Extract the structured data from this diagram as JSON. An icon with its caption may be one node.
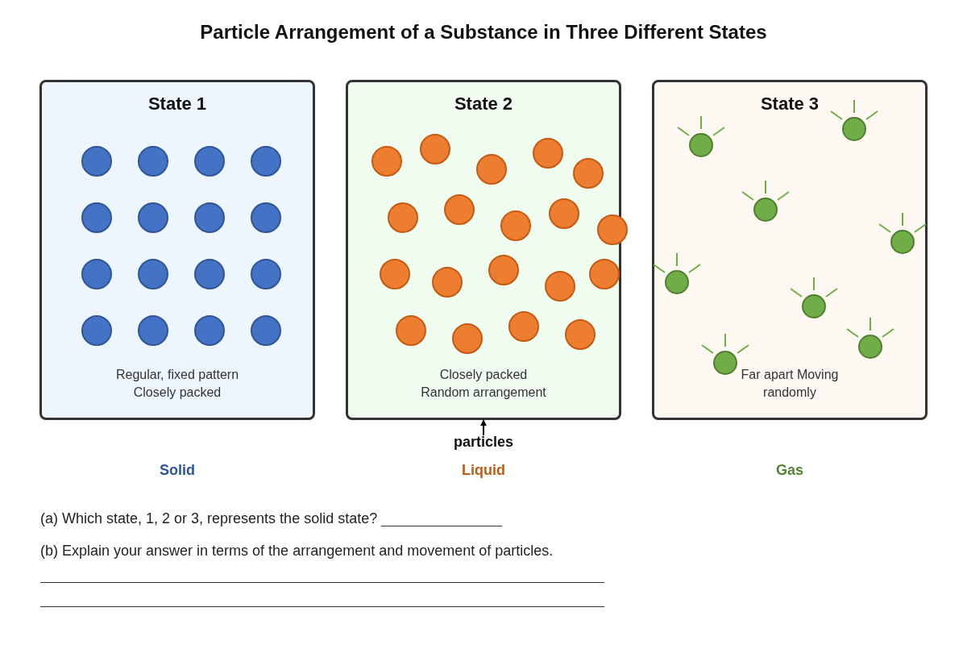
{
  "diagram": {
    "title": "Particle Arrangement of a Substance in Three Different States",
    "nodes": [
      {
        "text": [
          "State 1",
          "Regular, fixed pattern Closely packed"
        ]
      },
      {
        "text": [
          "State 2",
          "Closely packed Random arrangement"
        ]
      },
      {
        "text": [
          "State 3",
          "Far apart Moving randomly"
        ]
      },
      {
        "text": [
          "particles"
        ]
      }
    ],
    "edges": [
      {
        "from": 3,
        "to": 1,
        "arrow": "to"
      }
    ],
    "labels": [
      "Solid",
      "Liquid",
      "Gas",
      "(a) Which state, 1, 2 or 3, represents the solid state?",
      "(b) Explain your answer in terms of the arrangement and movement of particles."
    ]
  }
}
